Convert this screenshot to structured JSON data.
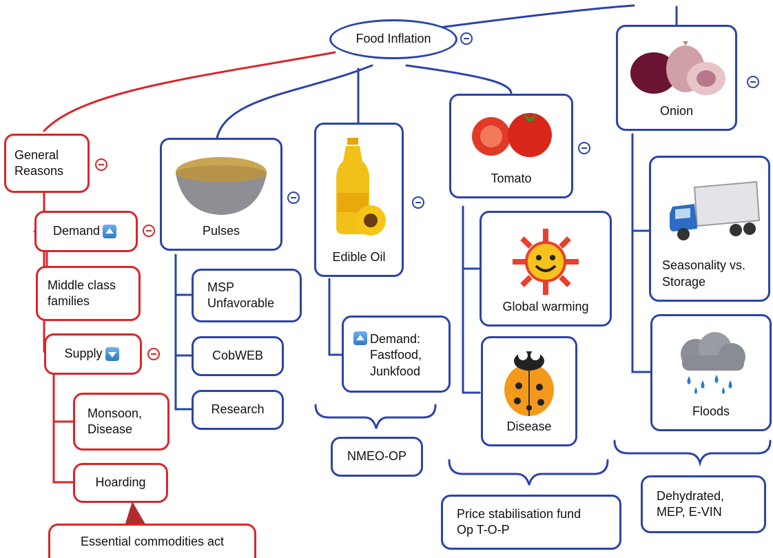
{
  "root": {
    "label": "Food Inflation"
  },
  "general": {
    "label": "General\nReasons",
    "demand": {
      "label": "Demand",
      "child": "Middle class\nfamilies"
    },
    "supply": {
      "label": "Supply",
      "children": [
        "Monsoon,\nDisease",
        "Hoarding"
      ]
    },
    "callout": "Essential commodities act"
  },
  "pulses": {
    "label": "Pulses",
    "children": [
      "MSP\nUnfavorable",
      "CobWEB",
      "Research"
    ]
  },
  "edible_oil": {
    "label": "Edible Oil",
    "child": "Demand:\nFastfood,\nJunkfood",
    "summary": "NMEO-OP"
  },
  "tomato": {
    "label": "Tomato",
    "children": [
      "Global warming",
      "Disease"
    ],
    "summary": "Price stabilisation fund\nOp T-O-P"
  },
  "onion": {
    "label": "Onion",
    "children": [
      "Seasonality vs.\nStorage",
      "Floods"
    ],
    "summary": "Dehydrated,\nMEP, E-VIN"
  },
  "colors": {
    "red": "#d8262a",
    "blue": "#2a44a8"
  },
  "icons": [
    "collapse-minus-icon",
    "demand-up-arrow-icon",
    "supply-down-arrow-icon",
    "pulses-bowl-icon",
    "oil-bottle-icon",
    "sunflower-icon",
    "tomato-icon",
    "onion-icon",
    "sun-face-icon",
    "ladybug-icon",
    "truck-icon",
    "rain-cloud-icon"
  ]
}
